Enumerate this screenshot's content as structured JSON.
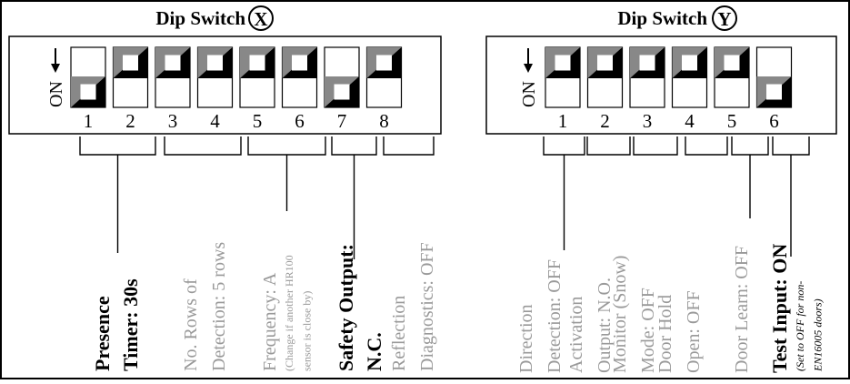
{
  "diagram": {
    "switch_x": {
      "title": "Dip Switch",
      "badge": "X",
      "on_label": "ON",
      "switches": [
        {
          "number": "1",
          "state": "on"
        },
        {
          "number": "2",
          "state": "off"
        },
        {
          "number": "3",
          "state": "off"
        },
        {
          "number": "4",
          "state": "off"
        },
        {
          "number": "5",
          "state": "off"
        },
        {
          "number": "6",
          "state": "off"
        },
        {
          "number": "7",
          "state": "on"
        },
        {
          "number": "8",
          "state": "off"
        }
      ],
      "labels": [
        {
          "lines": [
            "Presence",
            "Timer: 30s"
          ],
          "bold": true,
          "color": "#000000"
        },
        {
          "lines": [
            "No. Rows of",
            "Detection: 5 rows"
          ],
          "bold": false,
          "color": "#999999"
        },
        {
          "lines": [
            "Frequency: A"
          ],
          "note": [
            "(Change if another HR100",
            "sensor is close by)"
          ],
          "bold": false,
          "color": "#999999"
        },
        {
          "lines": [
            "Safety Output:",
            "N.C."
          ],
          "bold": true,
          "color": "#000000"
        },
        {
          "lines": [
            "Reflection",
            "Diagnostics: OFF"
          ],
          "bold": false,
          "color": "#999999"
        }
      ]
    },
    "switch_y": {
      "title": "Dip Switch",
      "badge": "Y",
      "on_label": "ON",
      "switches": [
        {
          "number": "1",
          "state": "off"
        },
        {
          "number": "2",
          "state": "off"
        },
        {
          "number": "3",
          "state": "off"
        },
        {
          "number": "4",
          "state": "off"
        },
        {
          "number": "5",
          "state": "off"
        },
        {
          "number": "6",
          "state": "on"
        }
      ],
      "labels": [
        {
          "lines": [
            "Direction",
            "Detection: OFF"
          ],
          "bold": false,
          "color": "#999999"
        },
        {
          "lines": [
            "Activation",
            "Output: N.O."
          ],
          "bold": false,
          "color": "#999999"
        },
        {
          "lines": [
            "Monitor (Snow)",
            "Mode: OFF"
          ],
          "bold": false,
          "color": "#999999"
        },
        {
          "lines": [
            "Door Hold",
            "Open: OFF"
          ],
          "bold": false,
          "color": "#999999"
        },
        {
          "lines": [
            "Door Learn: OFF"
          ],
          "bold": false,
          "color": "#999999"
        },
        {
          "lines": [
            "Test Input: ON"
          ],
          "note": [
            "(Set to OFF for non-",
            "EN16005 doors)"
          ],
          "bold": true,
          "color": "#000000"
        }
      ]
    },
    "colors": {
      "line": "#000000",
      "muted": "#999999",
      "rocker_dark": "#000000",
      "rocker_mid": "#888888"
    }
  }
}
